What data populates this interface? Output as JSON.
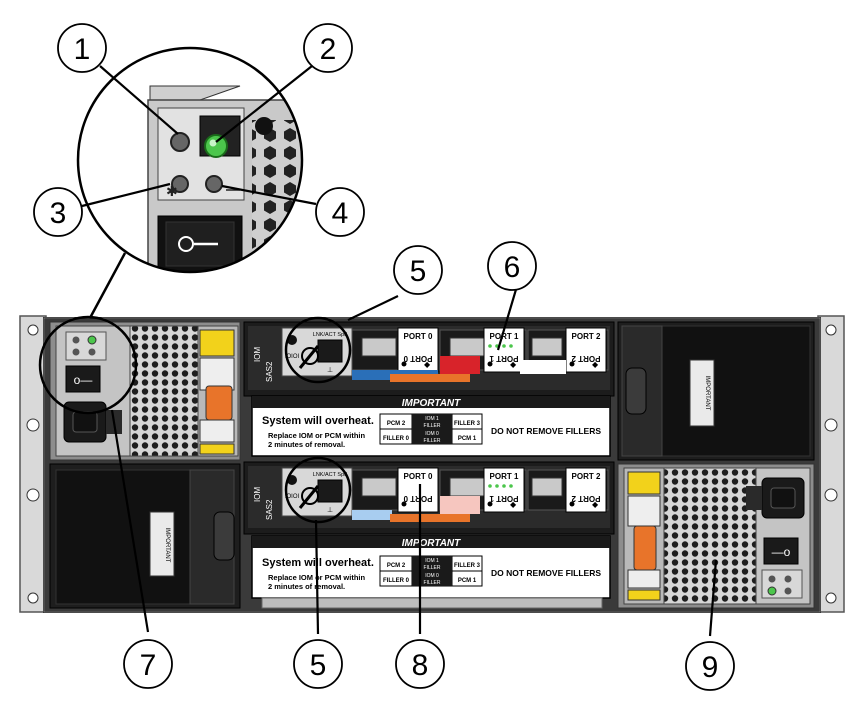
{
  "callouts": [
    {
      "id": "1",
      "label": "1"
    },
    {
      "id": "2",
      "label": "2"
    },
    {
      "id": "3",
      "label": "3"
    },
    {
      "id": "4",
      "label": "4"
    },
    {
      "id": "5a",
      "label": "5"
    },
    {
      "id": "6",
      "label": "6"
    },
    {
      "id": "7",
      "label": "7"
    },
    {
      "id": "5b",
      "label": "5"
    },
    {
      "id": "8",
      "label": "8"
    },
    {
      "id": "9",
      "label": "9"
    }
  ],
  "iom": {
    "type_label": "IOM",
    "sas_label": "SAS2",
    "lnk_label": "LNK/ACT Spd",
    "ports": [
      {
        "top": "PORT 0",
        "bottom": "PORT 0"
      },
      {
        "top": "PORT 1",
        "bottom": "PORT 1"
      },
      {
        "top": "PORT 2",
        "bottom": "PORT 2"
      }
    ]
  },
  "important_panel": {
    "heading": "IMPORTANT",
    "warning": "System will overheat.",
    "instruction_line1": "Replace IOM or PCM within",
    "instruction_line2": "2 minutes of removal.",
    "map_pcm2": "PCM 2",
    "map_iom1": "IOM 1",
    "map_filler_top": "FILLER",
    "map_filler3": "FILLER 3",
    "map_filler0": "FILLER 0",
    "map_iom0": "IOM 0",
    "map_filler_bottom": "FILLER",
    "map_pcm1": "PCM 1",
    "notice": "DO NOT REMOVE FILLERS"
  },
  "filler_label": "IMPORTANT",
  "colors": {
    "chassis": "#3a3a3a",
    "panel_dark": "#1c1c1c",
    "metal": "#c9c9c9",
    "port0_blue": "#2a6fb8",
    "port1_red": "#d8232a",
    "orange_tab": "#e8742a",
    "led_green": "#4cc64c",
    "label_yellow": "#f2d21b"
  }
}
